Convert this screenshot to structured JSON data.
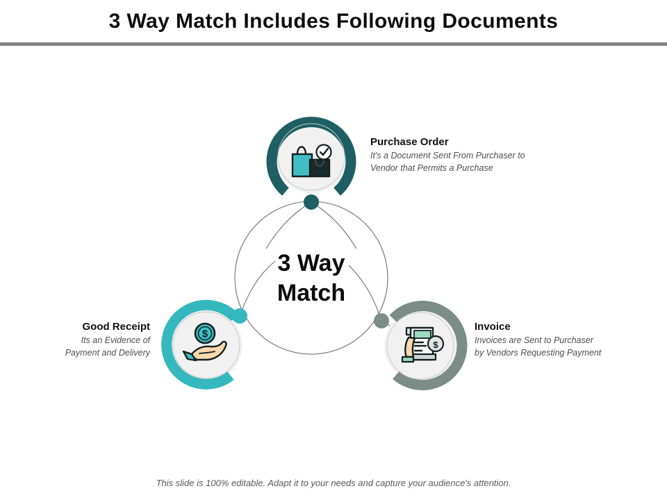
{
  "slide": {
    "title": "3 Way Match Includes Following Documents",
    "center_line1": "3 Way",
    "center_line2": "Match",
    "footer": "This slide is 100% editable. Adapt it to your needs and capture your audience's attention."
  },
  "colors": {
    "ring_purchase_order": "#1e5f63",
    "ring_good_receipt": "#35b8bd",
    "ring_invoice": "#7b8d86",
    "node_fill": "#f1f1f1",
    "connector_line": "#6d6e71",
    "title_rule": "#808285",
    "title_text": "#0d0d0d",
    "body_text": "#4d4d4d",
    "heading_text": "#111111",
    "footer_text": "#58595b",
    "icon_teal": "#3fbfc4",
    "icon_dark": "#1b2a2a",
    "icon_skin": "#fbd7b0",
    "icon_green": "#9bdcc0"
  },
  "nodes": [
    {
      "id": "purchase-order",
      "title": "Purchase Order",
      "desc_line1": "It's a Document Sent From Purchaser to",
      "desc_line2": "Vendor that Permits a Purchase",
      "icon": "shopping-bags-check-icon",
      "ring_color": "#1e5f63",
      "dot_color": "#1e5f63"
    },
    {
      "id": "good-receipt",
      "title": "Good Receipt",
      "desc_line1": "Its an Evidence of",
      "desc_line2": "Payment and Delivery",
      "icon": "hand-holding-coin-icon",
      "ring_color": "#35b8bd",
      "dot_color": "#35b8bd"
    },
    {
      "id": "invoice",
      "title": "Invoice",
      "desc_line1": "Invoices are Sent to Purchaser",
      "desc_line2": "by Vendors Requesting Payment",
      "icon": "hand-holding-invoice-icon",
      "ring_color": "#7b8d86",
      "dot_color": "#7b8d86"
    }
  ]
}
